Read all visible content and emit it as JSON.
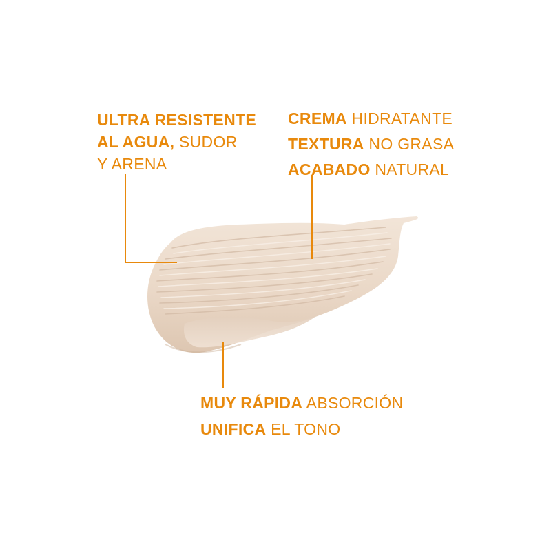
{
  "callouts": {
    "water": {
      "line1_bold": "ULTRA RESISTENTE",
      "line2_bold": "AL AGUA,",
      "line2_regular": " SUDOR",
      "line3_regular": "Y ARENA"
    },
    "texture": {
      "line1_bold": "CREMA",
      "line1_regular": " HIDRATANTE",
      "line2_bold": "TEXTURA",
      "line2_regular": " NO GRASA",
      "line3_bold": "ACABADO",
      "line3_regular": " NATURAL"
    },
    "absorb": {
      "line1_bold": "MUY RÁPIDA",
      "line1_regular": " ABSORCIÓN",
      "line2_bold": "UNIFICA",
      "line2_regular": " EL TONO"
    }
  },
  "colors": {
    "accent": "#e8890c",
    "cream": "#ecdccd",
    "cream_shadow": "#d9c2ae",
    "background": "#ffffff"
  },
  "illustration": "cream-swatch"
}
